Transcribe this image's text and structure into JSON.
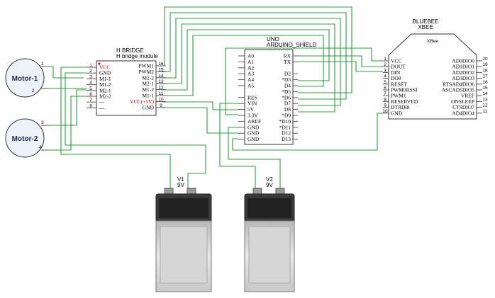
{
  "motors": [
    {
      "label": "Motor-1",
      "pins": [
        "1",
        "2"
      ]
    },
    {
      "label": "Motor-2",
      "pins": [
        "3",
        "4"
      ]
    }
  ],
  "hbridge": {
    "title": "H BRIDGE",
    "subtitle": "H bridge module",
    "left_pins": [
      {
        "num": "1",
        "name": "VCC",
        "red": true
      },
      {
        "num": "2",
        "name": "GND"
      },
      {
        "num": "3",
        "name": "M1-1"
      },
      {
        "num": "4",
        "name": "M1-2"
      },
      {
        "num": "5",
        "name": "M2-1"
      },
      {
        "num": "6",
        "name": "M2-2"
      },
      {
        "num": "7",
        "name": "---"
      },
      {
        "num": "8",
        "name": "---"
      }
    ],
    "right_pins": [
      {
        "num": "16",
        "name": "PWM1"
      },
      {
        "num": "15",
        "name": "PWM2"
      },
      {
        "num": "14",
        "name": "M2-2"
      },
      {
        "num": "13",
        "name": "M2-1"
      },
      {
        "num": "12",
        "name": "M1-2"
      },
      {
        "num": "11",
        "name": "M1-1"
      },
      {
        "num": "10",
        "name": "VCC(+5V)",
        "red": true
      },
      {
        "num": "9",
        "name": "GND"
      }
    ]
  },
  "uno": {
    "title": "UNO",
    "subtitle": "ARDUINO_SHIELD",
    "left_pins": [
      "A0",
      "A1",
      "A2",
      "A3",
      "A4",
      "A5",
      "",
      "RES",
      "VIN",
      "5V",
      "3.3V",
      "AREF",
      "GND",
      "GND",
      "GND"
    ],
    "right_pins": [
      "RX",
      "TX",
      "",
      "D2",
      "*D3",
      "D4",
      "*D5",
      "*D6",
      "D7",
      "D8",
      "*D9",
      "*D10",
      "*D11",
      "D12",
      "D13"
    ]
  },
  "xbee": {
    "title": "BLUEBEE",
    "subtitle": "XBEE",
    "inner_label": "XBee",
    "left_pins": [
      {
        "num": "1",
        "name": "VCC"
      },
      {
        "num": "2",
        "name": "DOUT"
      },
      {
        "num": "3",
        "name": "DIN"
      },
      {
        "num": "4",
        "name": "DO8"
      },
      {
        "num": "5",
        "name": "RESET"
      },
      {
        "num": "6",
        "name": "PWM0RSSI"
      },
      {
        "num": "7",
        "name": "PWM1"
      },
      {
        "num": "8",
        "name": "RESERVED"
      },
      {
        "num": "9",
        "name": "DTRDI8"
      },
      {
        "num": "10",
        "name": "GND"
      }
    ],
    "right_pins": [
      {
        "num": "20",
        "name": "AD0DIO0"
      },
      {
        "num": "19",
        "name": "AD1DIO1"
      },
      {
        "num": "18",
        "name": "AD2DIO2"
      },
      {
        "num": "17",
        "name": "AD3DIO3"
      },
      {
        "num": "16",
        "name": "RTSAD4DIO6"
      },
      {
        "num": "15",
        "name": "ASCAD5DIO5"
      },
      {
        "num": "14",
        "name": "VREF"
      },
      {
        "num": "13",
        "name": "ONSLEEP"
      },
      {
        "num": "12",
        "name": "CTSDIO7"
      },
      {
        "num": "11",
        "name": "AD4DIO4"
      }
    ]
  },
  "batteries": [
    {
      "name": "V1",
      "voltage": "9V"
    },
    {
      "name": "V2",
      "voltage": "9V"
    }
  ],
  "colors": {
    "wire": "#2e9a3a",
    "power_pin": "#c00000",
    "motor_fill": "#eef3fb"
  }
}
